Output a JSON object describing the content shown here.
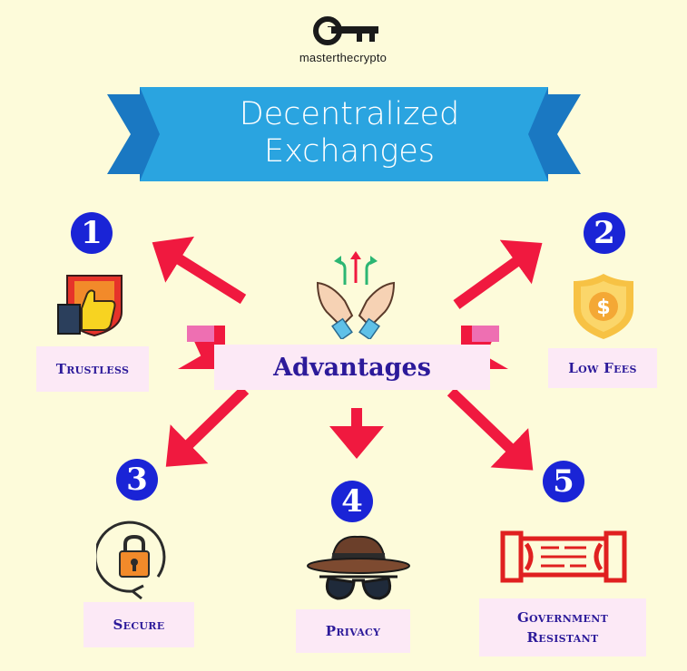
{
  "logo": {
    "text": "masterthecrypto",
    "icon": "key-icon"
  },
  "banner": {
    "line1": "Decentralized",
    "line2": "Exchanges"
  },
  "center": {
    "label": "Advantages",
    "icon": "growth-hands-icon"
  },
  "items": [
    {
      "number": "1",
      "label": "Trustless",
      "icon": "thumbs-up-shield-icon"
    },
    {
      "number": "2",
      "label": "Low Fees",
      "icon": "dollar-shield-icon"
    },
    {
      "number": "3",
      "label": "Secure",
      "icon": "padlock-cycle-icon"
    },
    {
      "number": "4",
      "label": "Privacy",
      "icon": "spy-hat-glasses-icon"
    },
    {
      "number": "5",
      "label_line1": "Government",
      "label_line2": "Resistant",
      "icon": "barrier-icon"
    }
  ],
  "colors": {
    "background": "#fdfbda",
    "banner": "#2aa4e0",
    "banner_dark": "#1a78c2",
    "arrow": "#f0193f",
    "label_bg": "#fce9f6",
    "label_text": "#2c1a9a",
    "number_bg": "#1a24d6"
  }
}
